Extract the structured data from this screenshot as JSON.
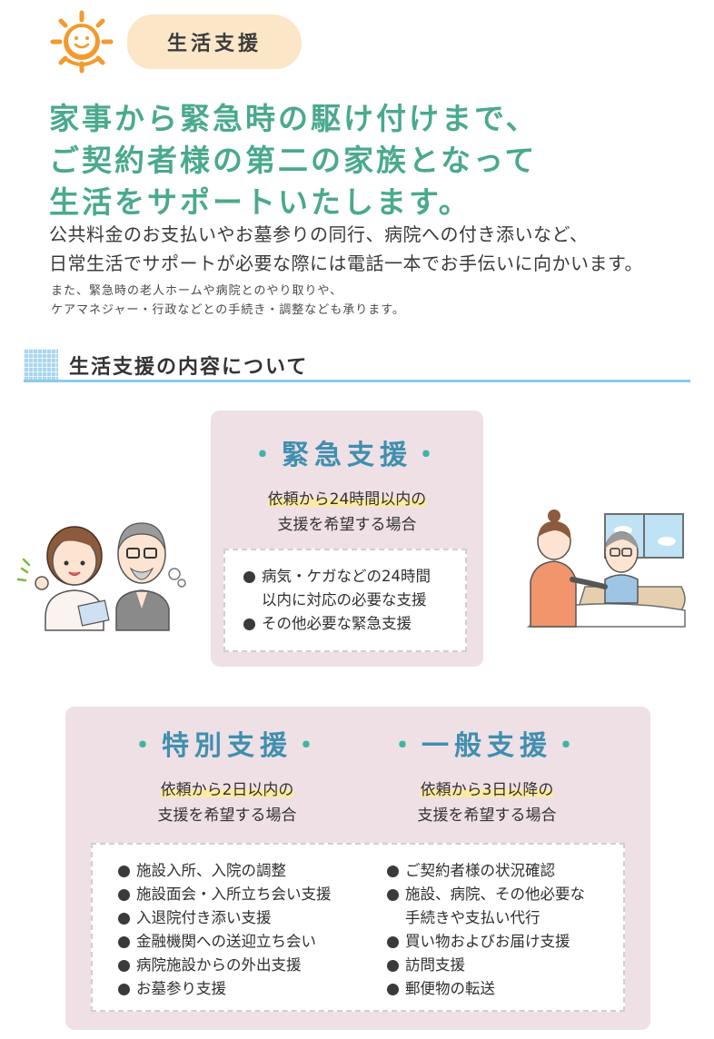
{
  "header": {
    "badge": "生活支援",
    "headline": [
      "家事から緊急時の駆け付けまで、",
      "ご契約者様の第二の家族となって",
      "生活をサポートいたします。"
    ],
    "lead": [
      "公共料金のお支払いやお墓参りの同行、病院への付き添いなど、",
      "日常生活でサポートが必要な際には電話一本でお手伝いに向かいます。"
    ],
    "note": [
      "また、緊急時の老人ホームや病院とのやり取りや、",
      "ケアマネジャー・行政などとの手続き・調整なども承ります。"
    ]
  },
  "section": {
    "title": "生活支援の内容について"
  },
  "emergency": {
    "title": "緊急支援",
    "cond_highlight": "依頼から24時間以内の",
    "cond_rest": "支援を希望する場合",
    "items": [
      "病気・ケガなどの24時間",
      "その他必要な緊急支援"
    ],
    "item_cont": "以内に対応の必要な支援"
  },
  "special": {
    "title": "特別支援",
    "cond_highlight": "依頼から2日以内の",
    "cond_rest": "支援を希望する場合",
    "items": [
      "施設入所、入院の調整",
      "施設面会・入所立ち会い支援",
      "入退院付き添い支援",
      "金融機関への送迎立ち会い",
      "病院施設からの外出支援",
      "お墓参り支援"
    ]
  },
  "general": {
    "title": "一般支援",
    "cond_highlight": "依頼から3日以降の",
    "cond_rest": "支援を希望する場合",
    "items": [
      "ご契約者様の状況確認",
      "施設、病院、その他必要な",
      "買い物およびお届け支援",
      "訪問支援",
      "郵便物の転送"
    ],
    "item_cont": "手続きや支払い代行"
  },
  "colors": {
    "headline": "#4aa98e",
    "card_bg": "#efe0e6",
    "title_blue": "#3f8fae",
    "badge_bg": "#fbe6c8",
    "section_line": "#8ccbe9"
  },
  "icons": [
    "sun-smile-icon",
    "nurse-illustration",
    "elderly-man-illustration",
    "caregiver-bed-illustration"
  ]
}
